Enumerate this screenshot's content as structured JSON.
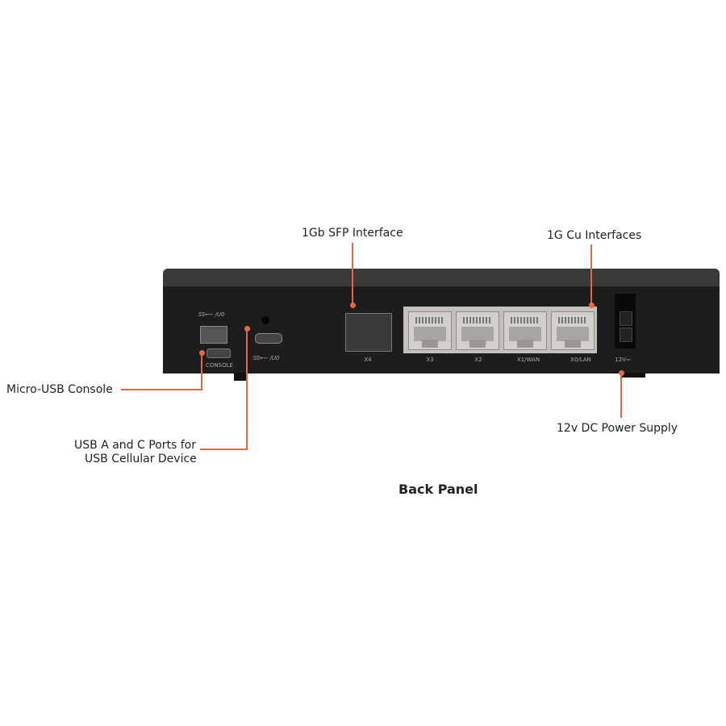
{
  "callouts": {
    "sfp": "1Gb SFP Interface",
    "cu": "1G Cu Interfaces",
    "console": "Micro-USB Console",
    "usb_line1": "USB A and C Ports for",
    "usb_line2": "USB Cellular Device",
    "power": "12v DC Power Supply"
  },
  "caption": "Back Panel",
  "port_labels": {
    "usb_a": "SS⟵ /U0",
    "usb_c": "SS⟵ /U0",
    "console": "CONSOLE",
    "x4": "X4",
    "x3": "X3",
    "x2": "X2",
    "x1": "X1/WAN",
    "x0": "X0/LAN",
    "power": "12V⎓"
  },
  "colors": {
    "accent": "#e0694a",
    "device": "#1c1c1c"
  }
}
